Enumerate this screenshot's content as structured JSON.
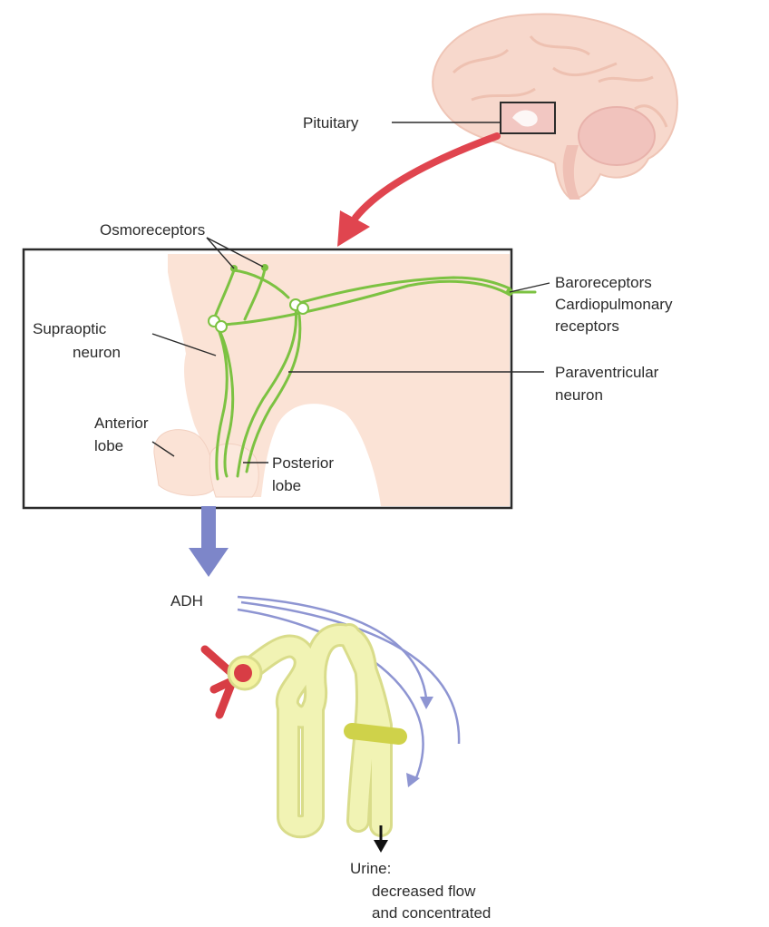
{
  "labels": {
    "pituitary": "Pituitary",
    "osmoreceptors": "Osmoreceptors",
    "supraoptic_line1": "Supraoptic",
    "supraoptic_line2": "neuron",
    "baroreceptors_line1": "Baroreceptors",
    "baroreceptors_line2": "Cardiopulmonary",
    "baroreceptors_line3": "receptors",
    "paraventricular_line1": "Paraventricular",
    "paraventricular_line2": "neuron",
    "anterior_line1": "Anterior",
    "anterior_line2": "lobe",
    "posterior_line1": "Posterior",
    "posterior_line2": "lobe",
    "adh": "ADH",
    "urine_line1": "Urine:",
    "urine_line2": "decreased flow",
    "urine_line3": "and concentrated"
  },
  "colors": {
    "neuron_green": "#7cc242",
    "arrow_red": "#e0454f",
    "arrow_blue": "#7d86c9",
    "nephron_yellow": "#eef0a0",
    "tissue_pink": "#fbe3d6",
    "brain_pink": "#f6d2c6"
  }
}
